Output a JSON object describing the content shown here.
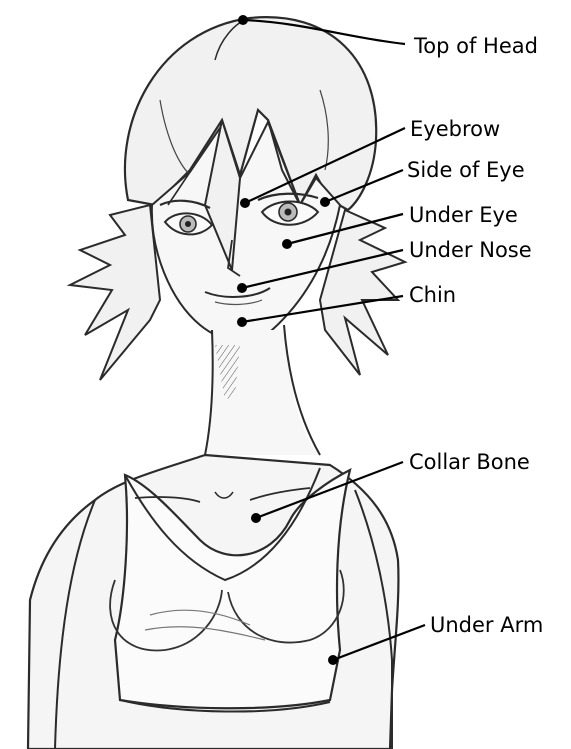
{
  "labels": {
    "top_of_head": "Top of Head",
    "eyebrow": "Eyebrow",
    "side_of_eye": "Side of Eye",
    "under_eye": "Under Eye",
    "under_nose": "Under Nose",
    "chin": "Chin",
    "collar_bone": "Collar Bone",
    "under_arm": "Under Arm"
  },
  "colors": {
    "ink": "#000000",
    "sketch": "#2b2b2b",
    "shade": "#eeeeee",
    "paper": "#ffffff"
  }
}
